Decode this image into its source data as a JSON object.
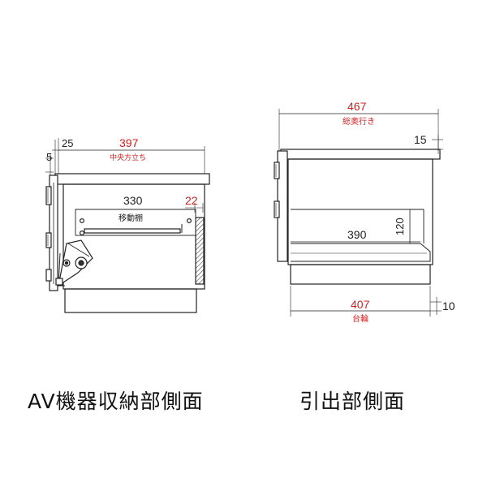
{
  "left_view": {
    "caption": "AV機器収納部側面",
    "dims": {
      "top_offset": "25",
      "side_offset": "5",
      "center_width": "397",
      "center_label": "中央方立ち",
      "shelf_width": "330",
      "shelf_label": "移動棚",
      "gap": "22"
    }
  },
  "right_view": {
    "caption": "引出部側面",
    "dims": {
      "total_depth": "467",
      "total_depth_label": "総奥行き",
      "top_offset": "15",
      "drawer_height": "120",
      "drawer_depth": "390",
      "base_depth": "407",
      "base_label": "台輪",
      "base_height": "10"
    }
  },
  "colors": {
    "line": "#222222",
    "accent": "#d42020",
    "hatch": "#555555"
  }
}
